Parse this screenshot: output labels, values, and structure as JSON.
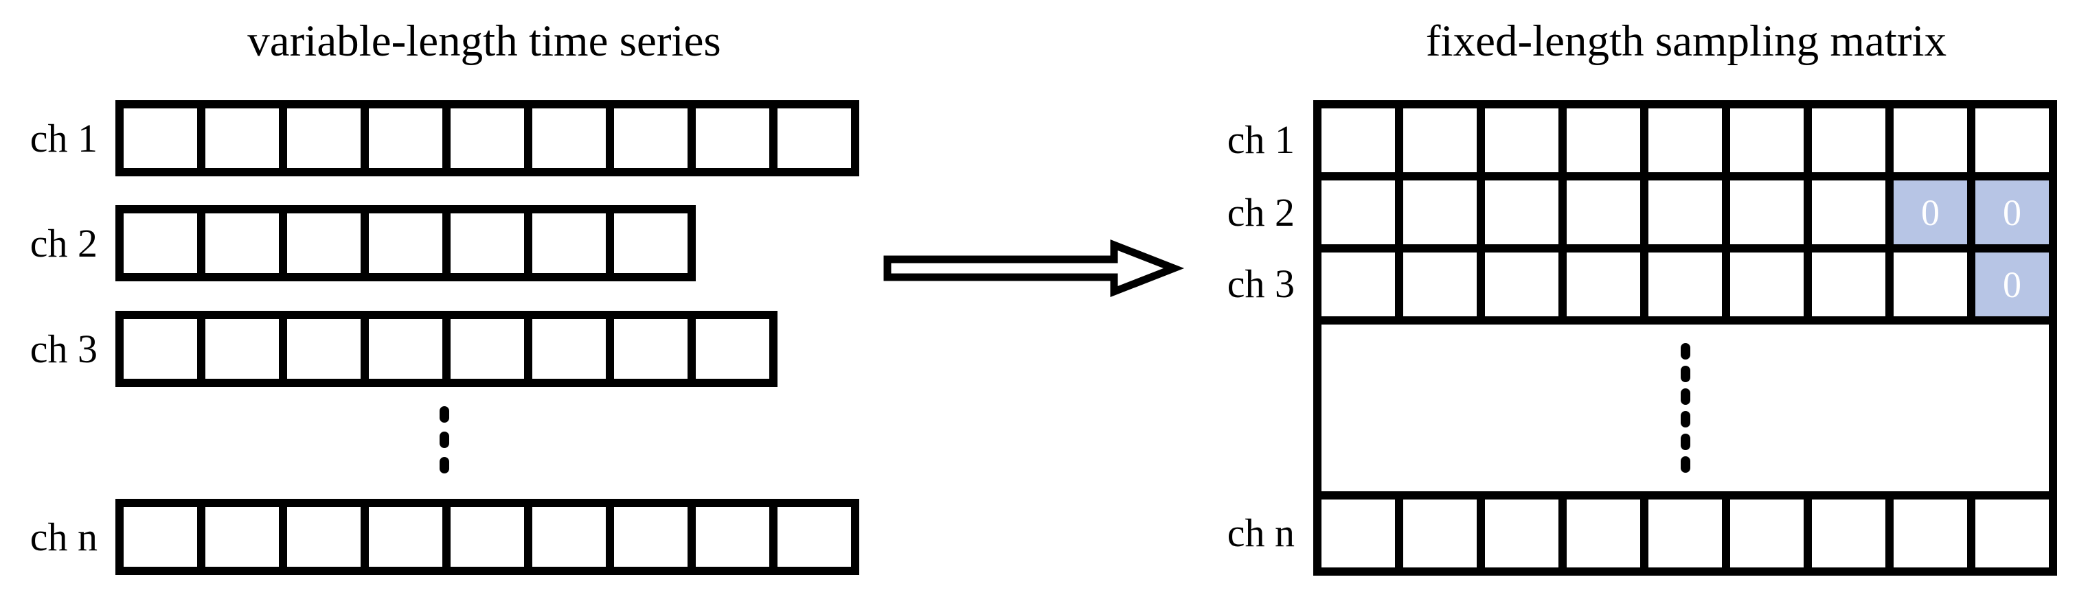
{
  "left_panel": {
    "title": "variable-length time series",
    "rows": [
      {
        "label": "ch 1",
        "cells": 9
      },
      {
        "label": "ch 2",
        "cells": 7
      },
      {
        "label": "ch 3",
        "cells": 8
      },
      {
        "label": "ch n",
        "cells": 9
      }
    ],
    "ellipsis_dashes": 3
  },
  "arrow": {
    "direction": "right",
    "style": "hollow-double-line"
  },
  "right_panel": {
    "title": "fixed-length sampling matrix",
    "columns": 9,
    "rows": [
      {
        "label": "ch 1",
        "cells": [
          "",
          "",
          "",
          "",
          "",
          "",
          "",
          "",
          ""
        ]
      },
      {
        "label": "ch 2",
        "cells": [
          "",
          "",
          "",
          "",
          "",
          "",
          "",
          "0",
          "0"
        ]
      },
      {
        "label": "ch 3",
        "cells": [
          "",
          "",
          "",
          "",
          "",
          "",
          "",
          "",
          "0"
        ]
      },
      {
        "label": "ch n",
        "cells": [
          "",
          "",
          "",
          "",
          "",
          "",
          "",
          "",
          ""
        ]
      }
    ],
    "padding_value": "0",
    "ellipsis_dashes": 6
  },
  "colors": {
    "border": "#000000",
    "background": "#ffffff",
    "padding_cell_fill": "#b7c5e5",
    "padding_text": "#ffffff"
  }
}
